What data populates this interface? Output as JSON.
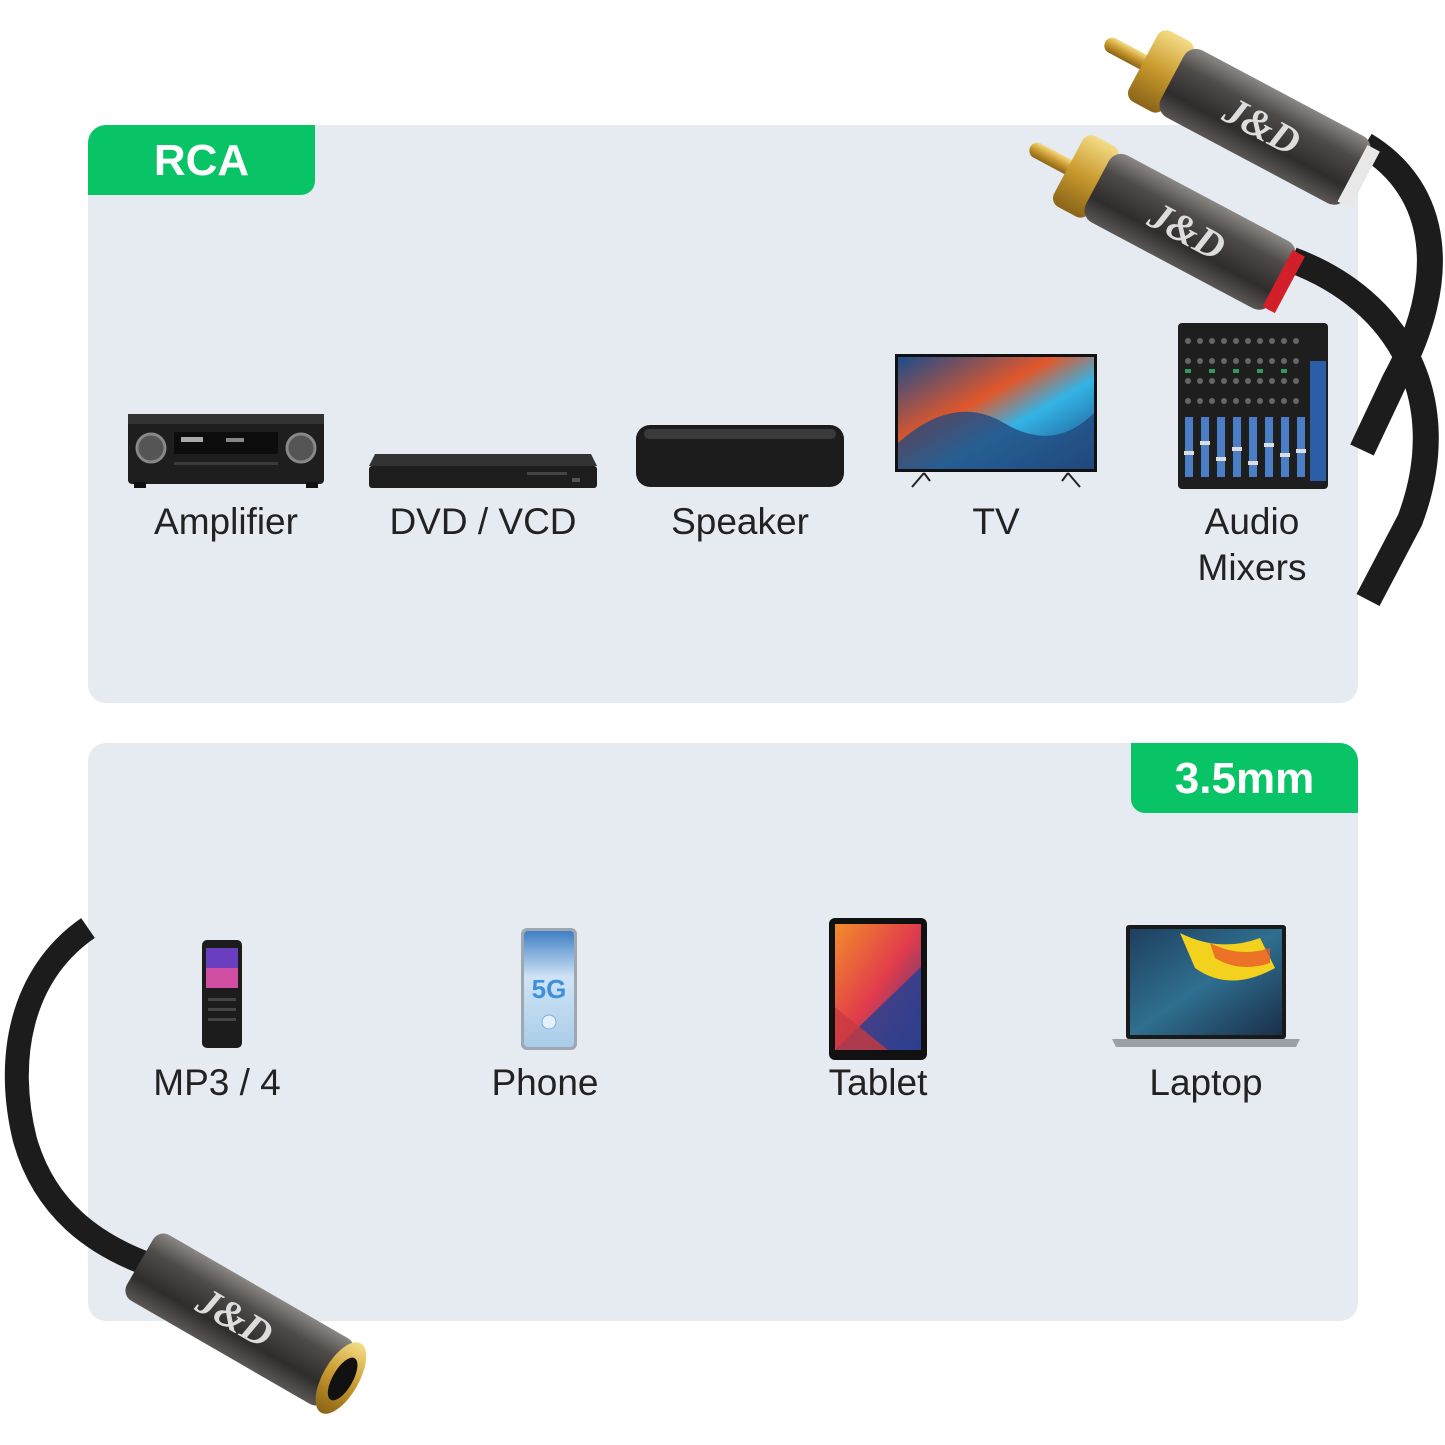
{
  "rca": {
    "tag": "RCA",
    "devices": [
      {
        "label": "Amplifier",
        "icon": "amplifier-icon"
      },
      {
        "label": "DVD / VCD",
        "icon": "dvd-player-icon"
      },
      {
        "label": "Speaker",
        "icon": "speaker-icon"
      },
      {
        "label": "TV",
        "icon": "tv-icon"
      },
      {
        "label": "Audio\nMixers",
        "icon": "audio-mixer-icon"
      }
    ]
  },
  "jack": {
    "tag": "3.5mm",
    "devices": [
      {
        "label": "MP3 / 4",
        "icon": "mp3-player-icon"
      },
      {
        "label": "Phone",
        "icon": "phone-icon"
      },
      {
        "label": "Tablet",
        "icon": "tablet-icon"
      },
      {
        "label": "Laptop",
        "icon": "laptop-icon"
      }
    ]
  },
  "brand": "J&D",
  "phone_screen_text": "5G",
  "colors": {
    "accent": "#08c466",
    "panel": "#e6eaf1",
    "cable": "#1c1c1c",
    "gold": "#d4a93a"
  }
}
